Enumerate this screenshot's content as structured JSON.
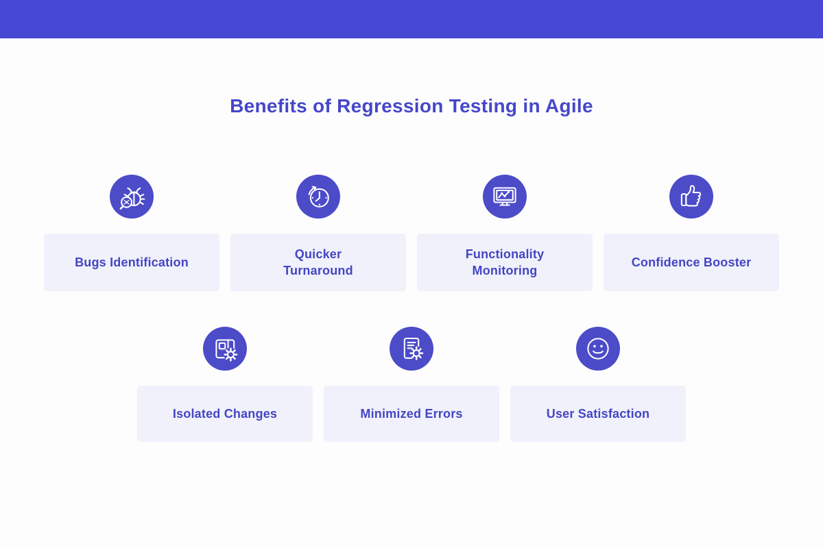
{
  "title": "Benefits of Regression Testing in Agile",
  "colors": {
    "top_bar": "#4749d4",
    "icon_circle": "#4c4bc8",
    "title_text": "#4547c9",
    "label_text": "#4445c2",
    "card_background": "#f0f1fb",
    "page_background": "#fdfdfe",
    "icon_stroke": "#ffffff"
  },
  "rows": [
    {
      "items": [
        {
          "label": "Bugs Identification",
          "icon": "bug-magnifier-icon"
        },
        {
          "label": "Quicker\nTurnaround",
          "icon": "clock-arrow-icon"
        },
        {
          "label": "Functionality\nMonitoring",
          "icon": "monitor-chart-icon"
        },
        {
          "label": "Confidence Booster",
          "icon": "thumbs-up-icon"
        }
      ]
    },
    {
      "items": [
        {
          "label": "Isolated Changes",
          "icon": "window-gear-icon"
        },
        {
          "label": "Minimized Errors",
          "icon": "document-gear-icon"
        },
        {
          "label": "User Satisfaction",
          "icon": "smiley-face-icon"
        }
      ]
    }
  ]
}
